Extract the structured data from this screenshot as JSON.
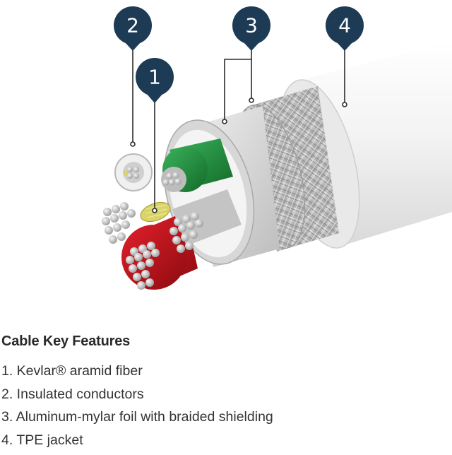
{
  "callouts": [
    {
      "number": "1",
      "feature": "Kevlar aramid fiber"
    },
    {
      "number": "2",
      "feature": "Insulated conductors"
    },
    {
      "number": "3",
      "feature": "Aluminum-mylar foil with braided shielding"
    },
    {
      "number": "4",
      "feature": "TPE jacket"
    }
  ],
  "colors": {
    "callout_fill": "#1d3b55",
    "jacket": "#f2f2f2",
    "braid": "#bdbdbd",
    "foil": "#cfcfcf",
    "conductor_green": "#1f8a3a",
    "conductor_red": "#c0111a",
    "kevlar": "#d8d36a",
    "copper": "#c9c9c9"
  },
  "features": {
    "title": "Cable Key Features",
    "items": [
      "1. Kevlar® aramid fiber",
      "2. Insulated conductors",
      "3. Aluminum-mylar foil with braided shielding",
      "4. TPE jacket"
    ]
  }
}
